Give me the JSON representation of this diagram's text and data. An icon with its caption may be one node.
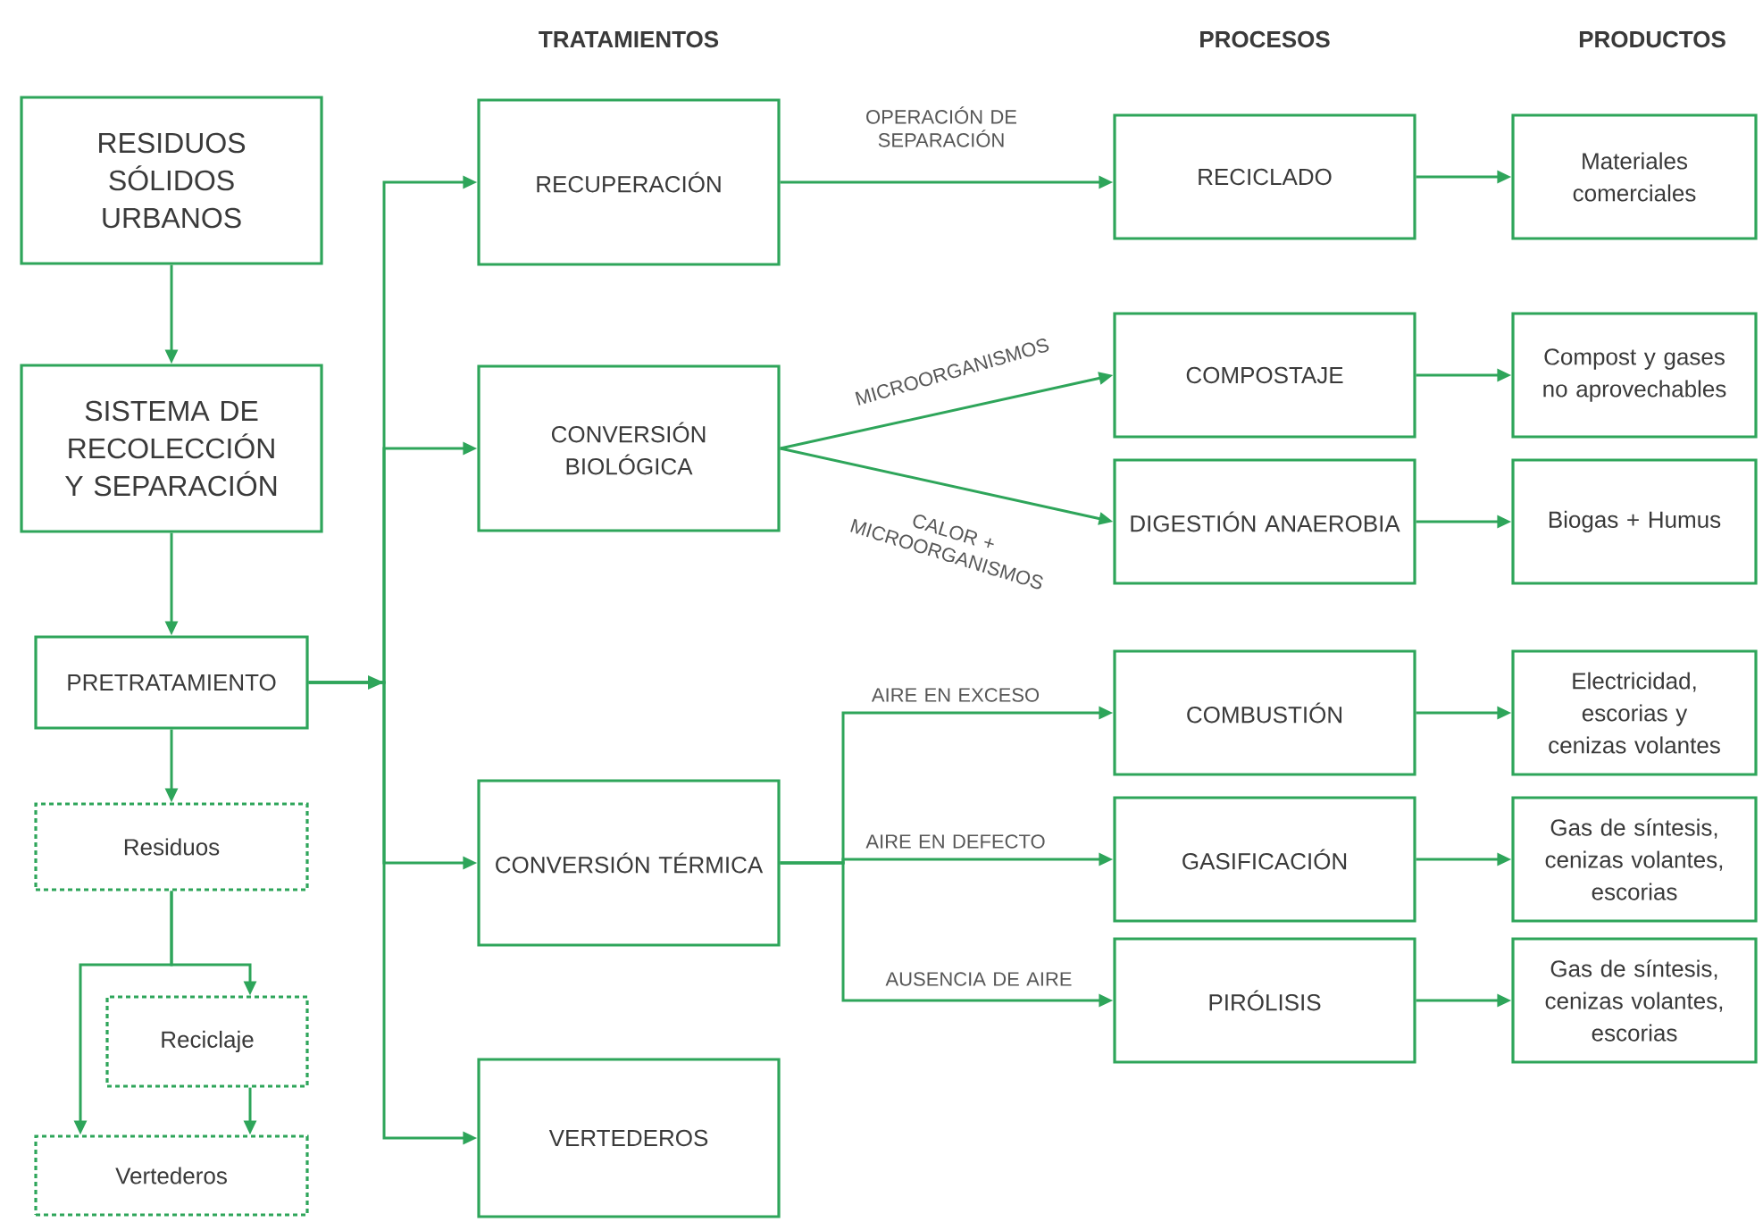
{
  "diagram": {
    "nodes": [
      {
        "text": [
          "RESIDUOS SÓLIDOS URBANOS"
        ]
      },
      {
        "text": [
          "SISTEMA DE RECOLECCIÓN Y SEPARACIÓN"
        ]
      },
      {
        "text": [
          "PRETRATAMIENTO"
        ]
      },
      {
        "text": [
          "Residuos"
        ]
      },
      {
        "text": [
          "Reciclaje"
        ]
      },
      {
        "text": [
          "Vertederos"
        ]
      },
      {
        "text": [
          "RECUPERACIÓN"
        ]
      },
      {
        "text": [
          "CONVERSIÓN BIOLÓGICA"
        ]
      },
      {
        "text": [
          "CONVERSIÓN TÉRMICA"
        ]
      },
      {
        "text": [
          "VERTEDEROS"
        ]
      },
      {
        "text": [
          "RECICLADO"
        ]
      },
      {
        "text": [
          "COMPOSTAJE"
        ]
      },
      {
        "text": [
          "DIGESTIÓN ANAEROBIA"
        ]
      },
      {
        "text": [
          "COMBUSTIÓN"
        ]
      },
      {
        "text": [
          "GASIFICACIÓN"
        ]
      },
      {
        "text": [
          "PIRÓLISIS"
        ]
      },
      {
        "text": [
          "Materiales comerciales"
        ]
      },
      {
        "text": [
          "Compost y gases no aprovechables"
        ]
      },
      {
        "text": [
          "Biogas + Humus"
        ]
      },
      {
        "text": [
          "Electricidad, escorias y cenizas volantes"
        ]
      },
      {
        "text": [
          "Gas de síntesis, cenizas volantes, escorias"
        ]
      },
      {
        "text": [
          "Gas de síntesis, cenizas volantes, escorias"
        ]
      }
    ],
    "edges": [
      {
        "from": 0,
        "to": 1,
        "arrow": "to"
      },
      {
        "from": 1,
        "to": 2,
        "arrow": "to"
      },
      {
        "from": 2,
        "to": 3,
        "arrow": "to"
      },
      {
        "from": 3,
        "to": 4,
        "arrow": "to"
      },
      {
        "from": 3,
        "to": 5,
        "arrow": "to"
      },
      {
        "from": 4,
        "to": 5,
        "arrow": "to"
      },
      {
        "from": 2,
        "to": 6,
        "arrow": "to"
      },
      {
        "from": 2,
        "to": 7,
        "arrow": "to"
      },
      {
        "from": 2,
        "to": 8,
        "arrow": "to"
      },
      {
        "from": 2,
        "to": 9,
        "arrow": "to"
      },
      {
        "from": 6,
        "to": 10,
        "arrow": "to",
        "label": "OPERACIÓN DE SEPARACIÓN"
      },
      {
        "from": 7,
        "to": 11,
        "arrow": "to",
        "label": "MICROORGANISMOS"
      },
      {
        "from": 7,
        "to": 12,
        "arrow": "to",
        "label": "CALOR + MICROORGANISMOS"
      },
      {
        "from": 8,
        "to": 13,
        "arrow": "to",
        "label": "AIRE EN EXCESO"
      },
      {
        "from": 8,
        "to": 14,
        "arrow": "to",
        "label": "AIRE EN DEFECTO"
      },
      {
        "from": 8,
        "to": 15,
        "arrow": "to",
        "label": "AUSENCIA DE AIRE"
      },
      {
        "from": 10,
        "to": 16,
        "arrow": "to"
      },
      {
        "from": 11,
        "to": 17,
        "arrow": "to"
      },
      {
        "from": 12,
        "to": 18,
        "arrow": "to"
      },
      {
        "from": 13,
        "to": 19,
        "arrow": "to"
      },
      {
        "from": 14,
        "to": 20,
        "arrow": "to"
      },
      {
        "from": 15,
        "to": 21,
        "arrow": "to"
      }
    ],
    "labels": [
      "TRATAMIENTOS",
      "PROCESOS",
      "PRODUCTOS"
    ]
  }
}
